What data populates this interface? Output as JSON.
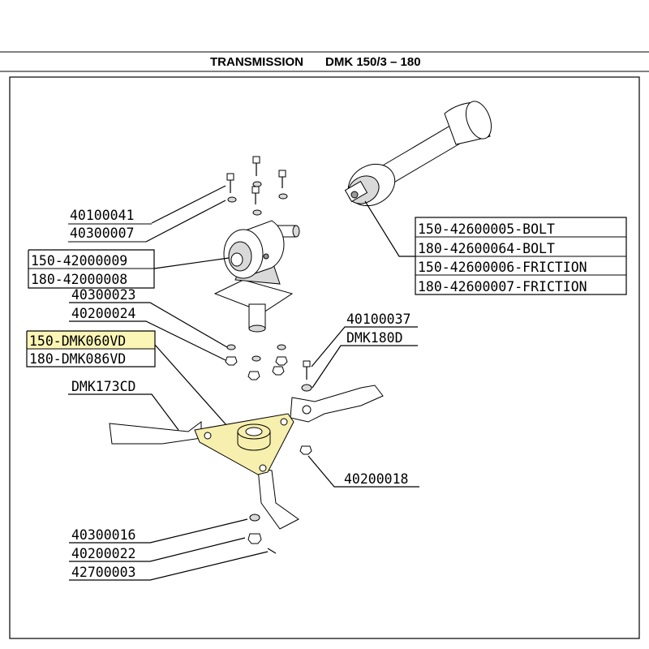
{
  "header": {
    "title": "TRANSMISSION",
    "model": "DMK 150/3 – 180"
  },
  "labels": {
    "p40100041": "40100041",
    "p40300007": "40300007",
    "p150_42000009": "150-42000009",
    "p180_42000008": "180-42000008",
    "p40300023": "40300023",
    "p40200024": "40200024",
    "p150_dmk060vd": "150-DMK060VD",
    "p180_dmk086vd": "180-DMK086VD",
    "pdmk173cd": "DMK173CD",
    "p40100037": "40100037",
    "pdmk180d": "DMK180D",
    "p40200018": "40200018",
    "p40300016": "40300016",
    "p40200022": "40200022",
    "p42700003": "42700003",
    "shaft_150_bolt": "150-42600005-BOLT",
    "shaft_180_bolt": "180-42600064-BOLT",
    "shaft_150_friction": "150-42600006-FRICTION",
    "shaft_180_friction": "180-42600007-FRICTION"
  },
  "colors": {
    "highlight": "#fbf5b6"
  }
}
